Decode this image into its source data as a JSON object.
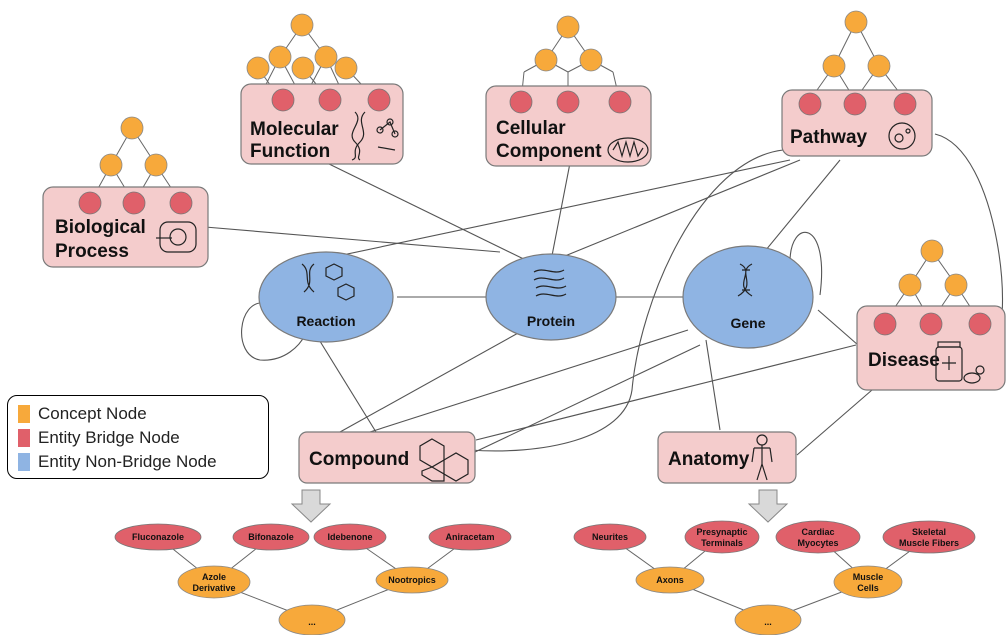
{
  "nodes": {
    "molecular_function": [
      "Molecular",
      "Function"
    ],
    "cellular_component": [
      "Cellular",
      "Component"
    ],
    "pathway": "Pathway",
    "biological_process": [
      "Biological",
      "Process"
    ],
    "disease": "Disease",
    "compound": "Compound",
    "anatomy": "Anatomy",
    "reaction": "Reaction",
    "protein": "Protein",
    "gene": "Gene"
  },
  "legend": [
    {
      "label": "Concept Node",
      "color": "#f7a93b"
    },
    {
      "label": "Entity Bridge Node",
      "color": "#e0606a"
    },
    {
      "label": "Entity Non-Bridge Node",
      "color": "#8fb4e3"
    }
  ],
  "compound_tree": {
    "leaves": [
      "Fluconazole",
      "Bifonazole",
      "Idebenone",
      "Aniracetam"
    ],
    "mid": [
      [
        "Azole",
        "Derivative"
      ],
      [
        "Nootropics"
      ]
    ],
    "root": "..."
  },
  "anatomy_tree": {
    "leaves": [
      [
        "Neurites"
      ],
      [
        "Presynaptic",
        "Terminals"
      ],
      [
        "Cardiac",
        "Myocytes"
      ],
      [
        "Skeletal",
        "Muscle Fibers"
      ]
    ],
    "mid": [
      [
        "Axons"
      ],
      [
        "Muscle",
        "Cells"
      ]
    ],
    "root": "..."
  }
}
